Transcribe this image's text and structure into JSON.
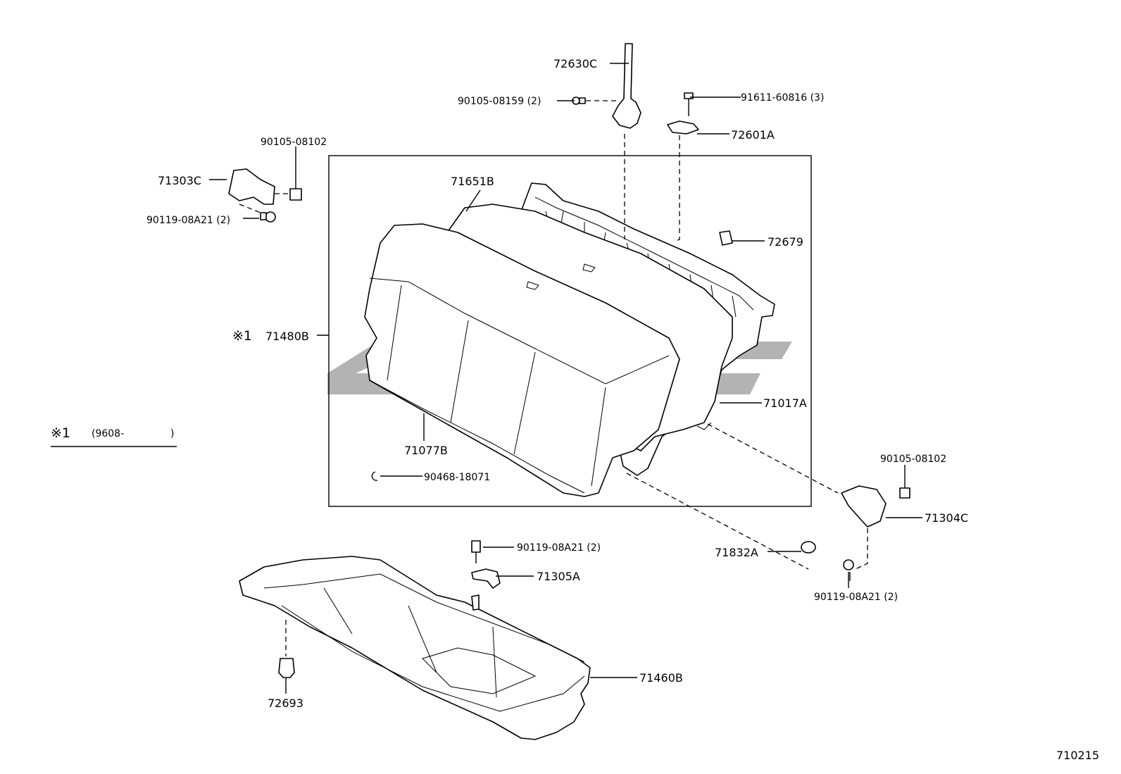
{
  "labels": {
    "p72630C": "72630C",
    "p90105_08159": "90105-08159 (2)",
    "p91611_60816": "91611-60816 (3)",
    "p72601A": "72601A",
    "p90105_08102_left": "90105-08102",
    "p71303C": "71303C",
    "p90119_08A21_left": "90119-08A21 (2)",
    "p71651B": "71651B",
    "p72679": "72679",
    "p71480B": "71480B",
    "note_mark": "※1",
    "p71017A": "71017A",
    "p71077B": "71077B",
    "p90468_18071": "90468-18071",
    "p90105_08102_right": "90105-08102",
    "p71304C": "71304C",
    "p90119_08A21_mid": "90119-08A21 (2)",
    "p71305A": "71305A",
    "p71832A": "71832A",
    "p90119_08A21_right": "90119-08A21 (2)",
    "p71460B": "71460B",
    "p72693": "72693",
    "diagram_id": "710215"
  },
  "legend": {
    "mark": "※1",
    "range": "(9608-",
    "close": ")"
  },
  "colors": {
    "line": "#000000",
    "watermark": "#9a9a9a"
  }
}
